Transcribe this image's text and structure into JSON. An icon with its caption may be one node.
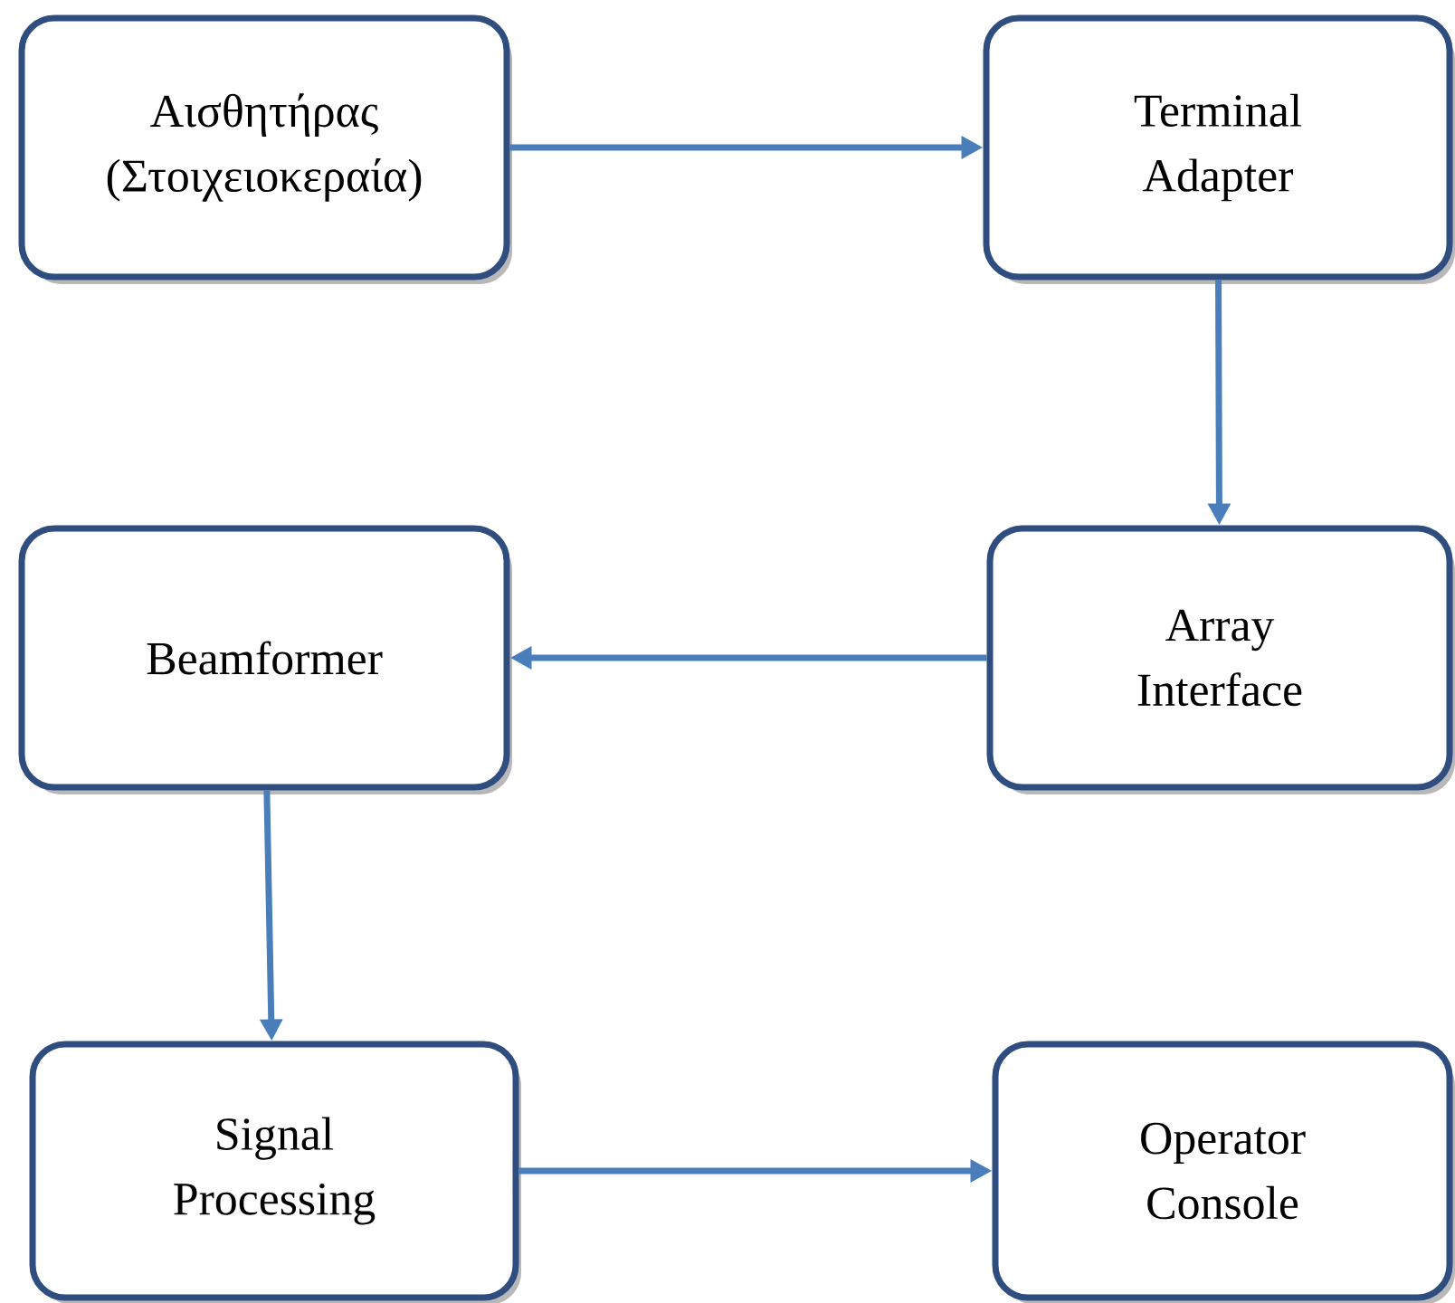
{
  "diagram": {
    "nodes": [
      {
        "text": [
          "Αισθητήρας (Στοιχειοκεραία)"
        ]
      },
      {
        "text": [
          "Terminal Adapter"
        ]
      },
      {
        "text": [
          "Beamformer"
        ]
      },
      {
        "text": [
          "Array Interface"
        ]
      },
      {
        "text": [
          "Signal Processing"
        ]
      },
      {
        "text": [
          "Operator Console"
        ]
      }
    ],
    "edges": [
      {
        "from": 0,
        "to": 1,
        "arrow": "to"
      },
      {
        "from": 1,
        "to": 3,
        "arrow": "to"
      },
      {
        "from": 3,
        "to": 2,
        "arrow": "to"
      },
      {
        "from": 2,
        "to": 4,
        "arrow": "to"
      },
      {
        "from": 4,
        "to": 5,
        "arrow": "to"
      }
    ]
  }
}
